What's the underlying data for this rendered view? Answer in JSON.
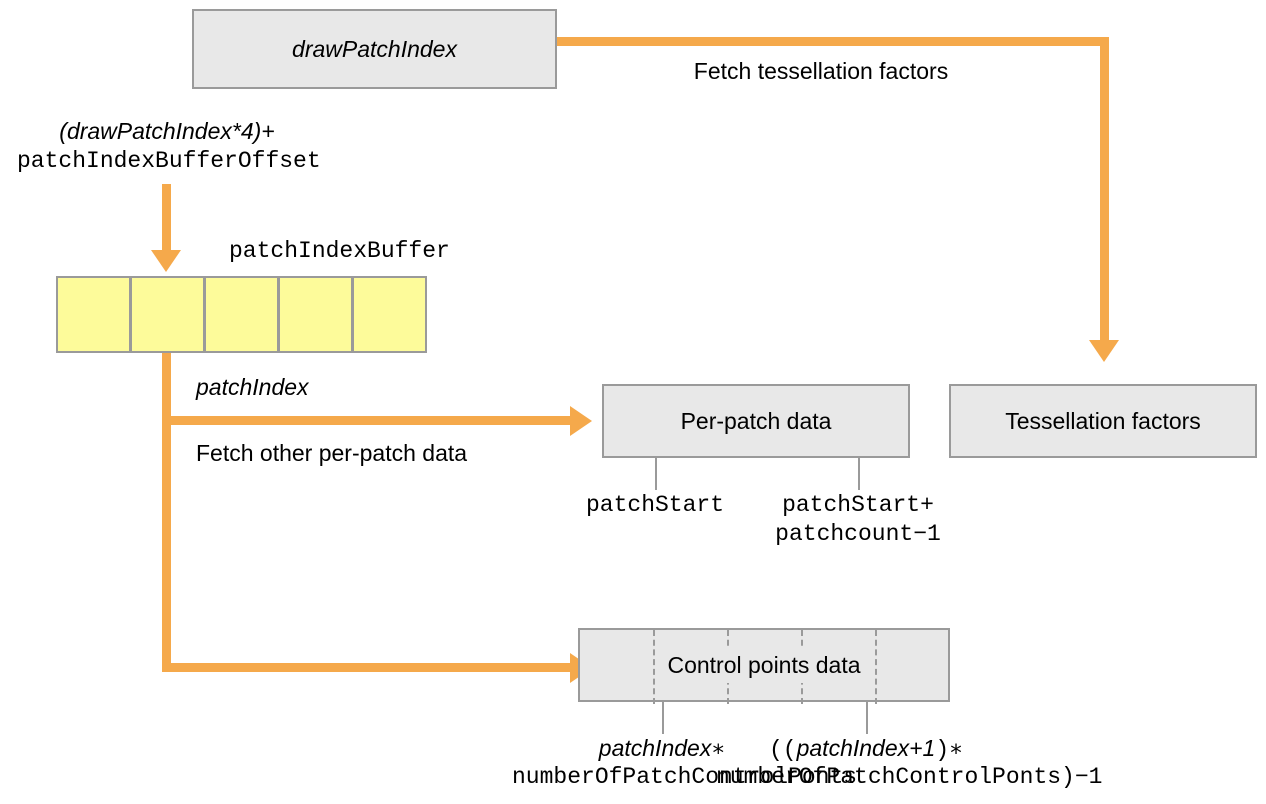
{
  "diagram": {
    "title_nodes": {
      "draw_patch_index": "drawPatchIndex",
      "per_patch_data": "Per-patch data",
      "tessellation_factors": "Tessellation factors",
      "control_points_data": "Control points data"
    },
    "edge_labels": {
      "fetch_tessellation_factors": "Fetch tessellation factors",
      "fetch_other_per_patch_data": "Fetch other per-patch data",
      "patch_index": "patchIndex"
    },
    "buffer": {
      "name": "patchIndexBuffer",
      "cell_count": 5,
      "highlighted_cell_index": 1
    },
    "offset_expression": {
      "line1": "(drawPatchIndex*4)+",
      "line2": "patchIndexBufferOffset"
    },
    "per_patch_range": {
      "start_label": "patchStart",
      "end_label_line1": "patchStart+",
      "end_label_line2": "patchcount−1"
    },
    "control_points_range": {
      "start_line1_italic": "patchIndex",
      "start_line1_op": "∗",
      "start_line2_mono": "numberOfPatchControlPonts",
      "end_line1_open": "((",
      "end_line1_italic": "patchIndex+1",
      "end_line1_close": ")∗",
      "end_line2_mono": "numberOfPatchControlPonts)−1"
    },
    "colors": {
      "arrow": "#f5a94b",
      "box_fill": "#e8e8e8",
      "box_border": "#9a9a9a",
      "buffer_cell_fill": "#fdfb9a",
      "background": "#ffffff"
    }
  }
}
